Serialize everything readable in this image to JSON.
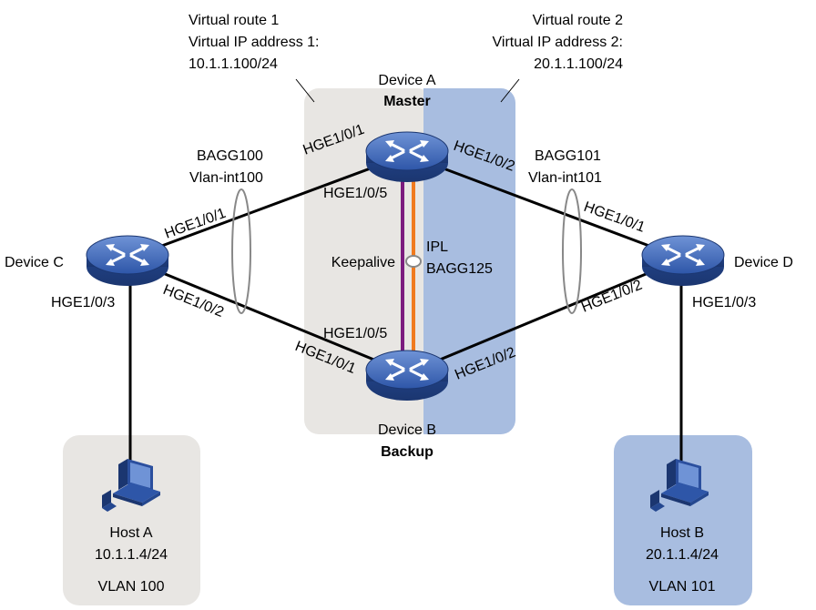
{
  "virtual_route_1": {
    "line1": "Virtual route 1",
    "line2": "Virtual IP address 1:",
    "line3": "10.1.1.100/24"
  },
  "virtual_route_2": {
    "line1": "Virtual route 2",
    "line2": "Virtual IP address 2:",
    "line3": "20.1.1.100/24"
  },
  "device_a": {
    "name": "Device A",
    "role": "Master"
  },
  "device_b": {
    "name": "Device B",
    "role": "Backup"
  },
  "device_c": {
    "name": "Device C"
  },
  "device_d": {
    "name": "Device D"
  },
  "bagg_left": {
    "name": "BAGG100",
    "vlan_int": "Vlan-int100"
  },
  "bagg_right": {
    "name": "BAGG101",
    "vlan_int": "Vlan-int101"
  },
  "ipl": {
    "label": "IPL",
    "bagg": "BAGG125",
    "keepalive": "Keepalive"
  },
  "ports": {
    "a_left": "HGE1/0/1",
    "a_right": "HGE1/0/2",
    "a_down": "HGE1/0/5",
    "b_up": "HGE1/0/5",
    "b_left": "HGE1/0/1",
    "b_right": "HGE1/0/2",
    "c_to_a": "HGE1/0/1",
    "c_to_b": "HGE1/0/2",
    "c_down": "HGE1/0/3",
    "d_to_a": "HGE1/0/1",
    "d_to_b": "HGE1/0/2",
    "d_down": "HGE1/0/3"
  },
  "host_a": {
    "name": "Host A",
    "ip": "10.1.1.4/24",
    "vlan": "VLAN 100"
  },
  "host_b": {
    "name": "Host B",
    "ip": "20.1.1.4/24",
    "vlan": "VLAN 101"
  },
  "colors": {
    "left_zone": "#e8e6e3",
    "right_zone": "#a8bde0",
    "device": "#2e56a8",
    "keepalive_link": "#7b1b7e",
    "ipl_link": "#f07a1e"
  }
}
